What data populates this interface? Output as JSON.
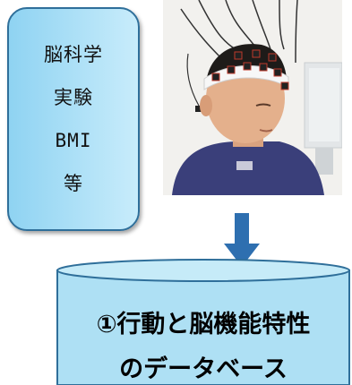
{
  "left_box": {
    "lines": [
      "脳科学",
      "実験",
      "BMI",
      "等"
    ]
  },
  "arrow_color": "#2e6fb0",
  "database": {
    "line1": "①行動と脳機能特性",
    "line2": "のデータベース",
    "fill_color": "#aee0f4",
    "border_color": "#2f6f9a"
  },
  "photo": {
    "subject": "boy-wearing-eeg-cap"
  }
}
